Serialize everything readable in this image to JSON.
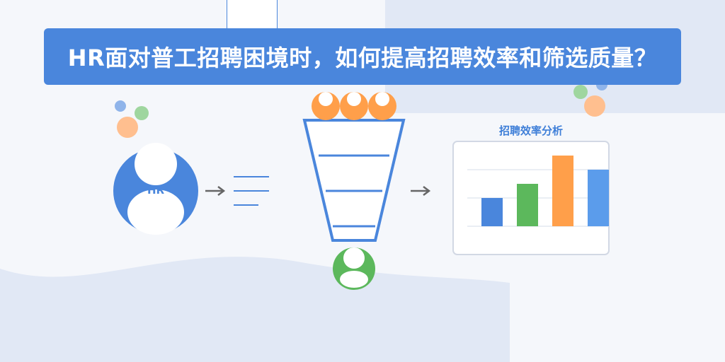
{
  "banner": {
    "title": "HR面对普工招聘困境时，如何提高招聘效率和筛选质量？"
  },
  "hr_badge": {
    "label": "HR"
  },
  "chart_title": "招聘效率分析",
  "colors": {
    "primary": "#4a86dc",
    "orange": "#ff9f4a",
    "green": "#5cb85c",
    "light_blue": "#5b9ceb",
    "bg": "#f5f7fb",
    "wave": "#e1e8f5"
  },
  "chart_data": {
    "type": "bar",
    "categories": [
      "",
      "",
      "",
      ""
    ],
    "values": [
      2,
      3,
      5,
      4
    ],
    "ylim": [
      0,
      5
    ],
    "grid": true,
    "colors": [
      "#4a86dc",
      "#5cb85c",
      "#ff9f4a",
      "#5b9ceb"
    ]
  }
}
